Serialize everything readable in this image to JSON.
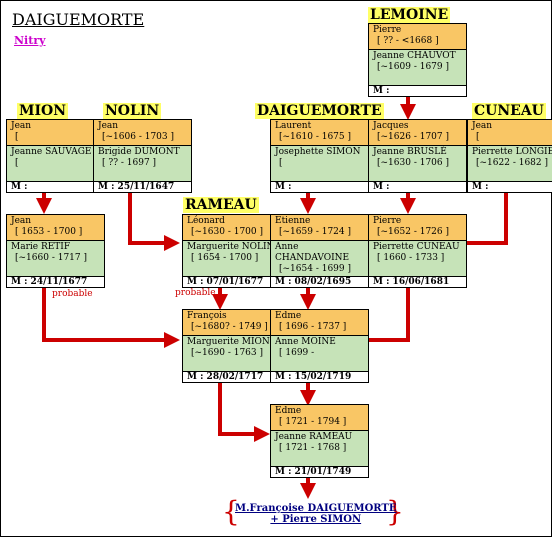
{
  "title": "DAIGUEMORTE",
  "subtitle": "Nitry",
  "surnames": {
    "lemoine": "LEMOINE",
    "mion": "MION",
    "nolin": "NOLIN",
    "daiguemorte": "DAIGUEMORTE",
    "cuneau": "CUNEAU",
    "rameau": "RAMEAU"
  },
  "couples": {
    "lemoine": {
      "husband": "Pierre",
      "husband_dates": "[ ?? - <1668 ]",
      "wife": "Jeanne CHAUVOT",
      "wife_dates": "[~1609 - 1679 ]",
      "marriage": "M :"
    },
    "mion": {
      "husband": "Jean",
      "husband_dates": "[",
      "wife": "Jeanne SAUVAGE",
      "wife_dates": "[",
      "marriage": "M :"
    },
    "nolin": {
      "husband": "Jean",
      "husband_dates": "[~1606 - 1703 ]",
      "wife": "Brigide DUMONT",
      "wife_dates": "[ ?? - 1697 ]",
      "marriage": "M : 25/11/1647"
    },
    "daiguemorte": {
      "husband": "Laurent",
      "husband_dates": "[~1610 - 1675 ]",
      "wife": "Josephette SIMON",
      "wife_dates": "[",
      "marriage": "M :"
    },
    "brusle": {
      "husband": "Jacques",
      "husband_dates": "[~1626 - 1707 ]",
      "wife": "Jeanne BRUSLÉ",
      "wife_dates": "[~1630 - 1706 ]",
      "marriage": "M :"
    },
    "cuneau": {
      "husband": "Jean",
      "husband_dates": "[",
      "wife": "Pierrette LONGIER",
      "wife_dates": "[~1622 - 1682 ]",
      "marriage": "M :"
    },
    "mion2": {
      "husband": "Jean",
      "husband_dates": "[ 1653 - 1700 ]",
      "wife": "Marie RETIF",
      "wife_dates": "[~1660 - 1717 ]",
      "marriage": "M : 24/11/1677"
    },
    "rameau": {
      "husband": "Léonard",
      "husband_dates": "[~1630 - 1700 ]",
      "wife": "Marguerite NOLIN",
      "wife_dates": "[ 1654 - 1700 ]",
      "marriage": "M : 07/01/1677"
    },
    "etienne": {
      "husband": "Etienne",
      "husband_dates": "[~1659 - 1724 ]",
      "wife": "Anne CHANDAVOINE",
      "wife_dates": "[~1654 - 1699 ]",
      "marriage": "M : 08/02/1695"
    },
    "pierre": {
      "husband": "Pierre",
      "husband_dates": "[~1652 - 1726 ]",
      "wife": "Pierrette CUNEAU",
      "wife_dates": "[ 1660 - 1733 ]",
      "marriage": "M : 16/06/1681"
    },
    "francois": {
      "husband": "François",
      "husband_dates": "[~1680? - 1749 ]",
      "wife": "Marguerite MION",
      "wife_dates": "[~1690 - 1763 ]",
      "marriage": "M : 28/02/1717"
    },
    "edme1": {
      "husband": "Edme",
      "husband_dates": "[ 1696 - 1737 ]",
      "wife": "Anne MOINE",
      "wife_dates": "[ 1699 -",
      "marriage": "M : 15/02/1719"
    },
    "edme2": {
      "husband": "Edme",
      "husband_dates": "[ 1721 - 1794 ]",
      "wife": "Jeanne RAMEAU",
      "wife_dates": "[ 1721 - 1768 ]",
      "marriage": "M : 21/01/1749"
    }
  },
  "notes": {
    "probable1": "probable",
    "probable2": "probable"
  },
  "root": {
    "line1": "M.Françoise DAIGUEMORTE",
    "line2": "+ Pierre SIMON"
  },
  "colors": {
    "male": "#f9c665",
    "female": "#c6e3b8",
    "arrow": "#cc0000",
    "highlight": "#ffff66"
  }
}
